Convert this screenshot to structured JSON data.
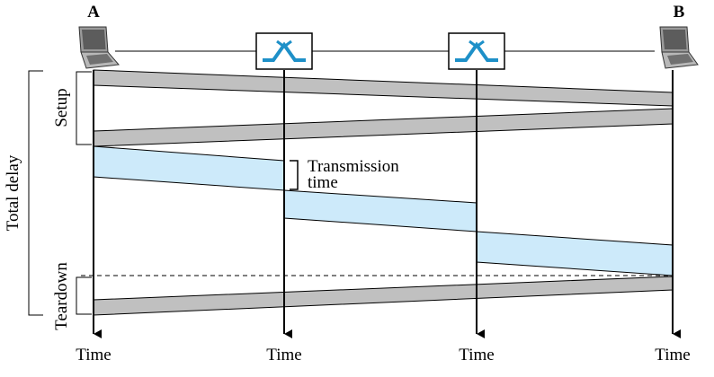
{
  "nodes": {
    "a_label": "A",
    "b_label": "B"
  },
  "axis_labels": [
    "Time",
    "Time",
    "Time",
    "Time"
  ],
  "annotations": {
    "transmission_line1": "Transmission",
    "transmission_line2": "time",
    "setup": "Setup",
    "teardown": "Teardown",
    "total_delay": "Total delay"
  },
  "icons": {
    "host_a": "laptop-icon",
    "router_1": "switch-icon",
    "router_2": "switch-icon",
    "host_b": "laptop-icon"
  },
  "colors": {
    "control_band": "#c0c0c0",
    "data_band": "#cdeafa",
    "switch_symbol": "#1e90c8",
    "line": "#000000"
  }
}
